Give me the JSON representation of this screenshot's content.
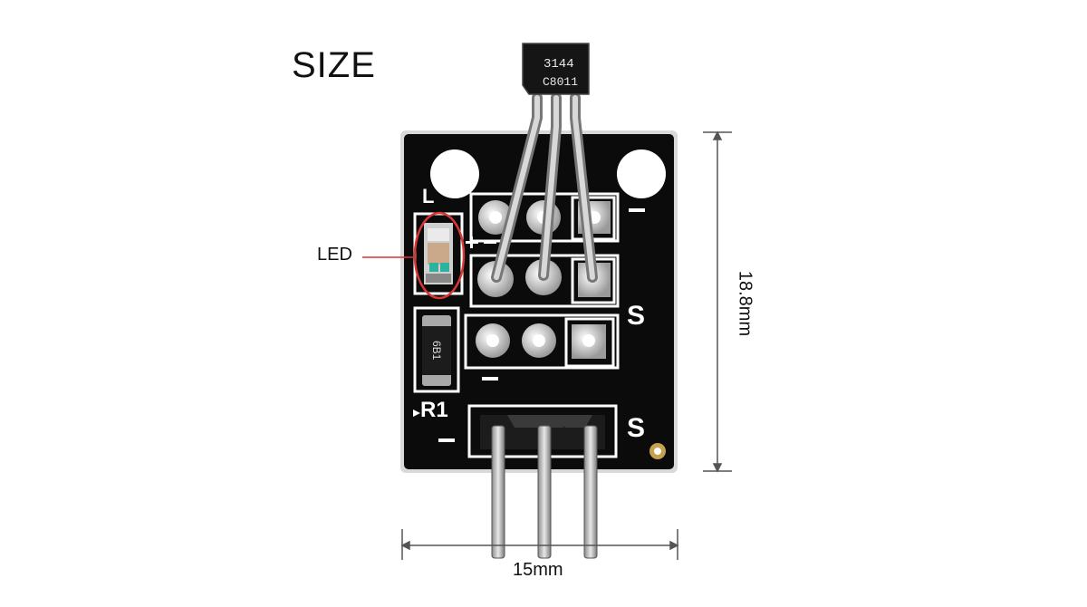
{
  "title": "SIZE",
  "callout": {
    "led_label": "LED"
  },
  "dimensions": {
    "width": "15mm",
    "height": "18.8mm"
  },
  "chip": {
    "line1": "3144",
    "line2": "C8011"
  },
  "silkscreen": {
    "l_mark": "L",
    "s_upper": "S",
    "s_lower": "S",
    "r1": "R1",
    "resistor_code": "6B1"
  },
  "colors": {
    "pcb": "#0b0b0b",
    "callout_circle": "#d93636",
    "silkscreen": "#ffffff"
  }
}
